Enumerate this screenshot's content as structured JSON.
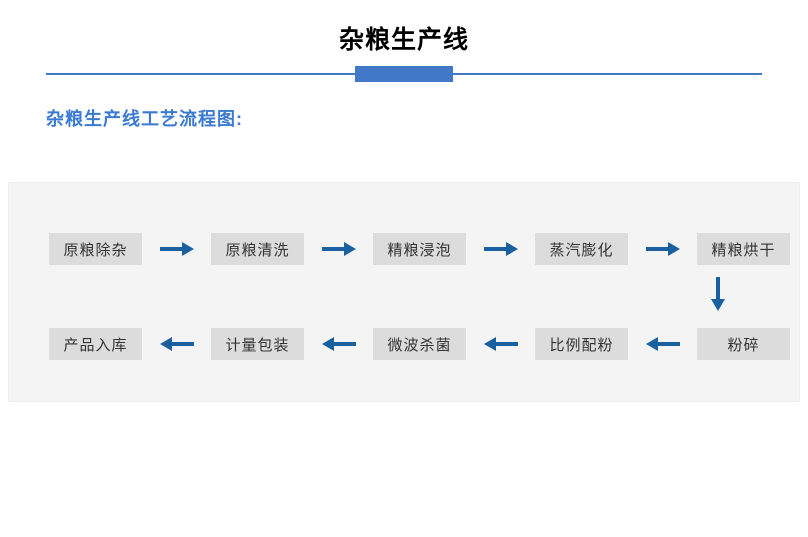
{
  "header": {
    "title": "杂粮生产线",
    "divider_color": "#4179c8"
  },
  "subtitle": {
    "text": "杂粮生产线工艺流程图:",
    "color": "#3a7ad0"
  },
  "flowchart": {
    "panel_background": "#f4f4f4",
    "box_background": "#dcdcdc",
    "arrow_color": "#1a5fa0",
    "rows": [
      {
        "direction": "left-to-right",
        "steps": [
          {
            "label": "原粮除杂"
          },
          {
            "label": "原粮清洗"
          },
          {
            "label": "精粮浸泡"
          },
          {
            "label": "蒸汽膨化"
          },
          {
            "label": "精粮烘干"
          }
        ],
        "connector": "arrow-right-icon"
      },
      {
        "direction": "right-to-left",
        "steps": [
          {
            "label": "产品入库"
          },
          {
            "label": "计量包装"
          },
          {
            "label": "微波杀菌"
          },
          {
            "label": "比例配粉"
          },
          {
            "label": "粉碎"
          }
        ],
        "connector": "arrow-left-icon"
      }
    ],
    "vertical_connector": {
      "icon": "arrow-down-icon",
      "from": "精粮烘干",
      "to": "粉碎"
    }
  }
}
